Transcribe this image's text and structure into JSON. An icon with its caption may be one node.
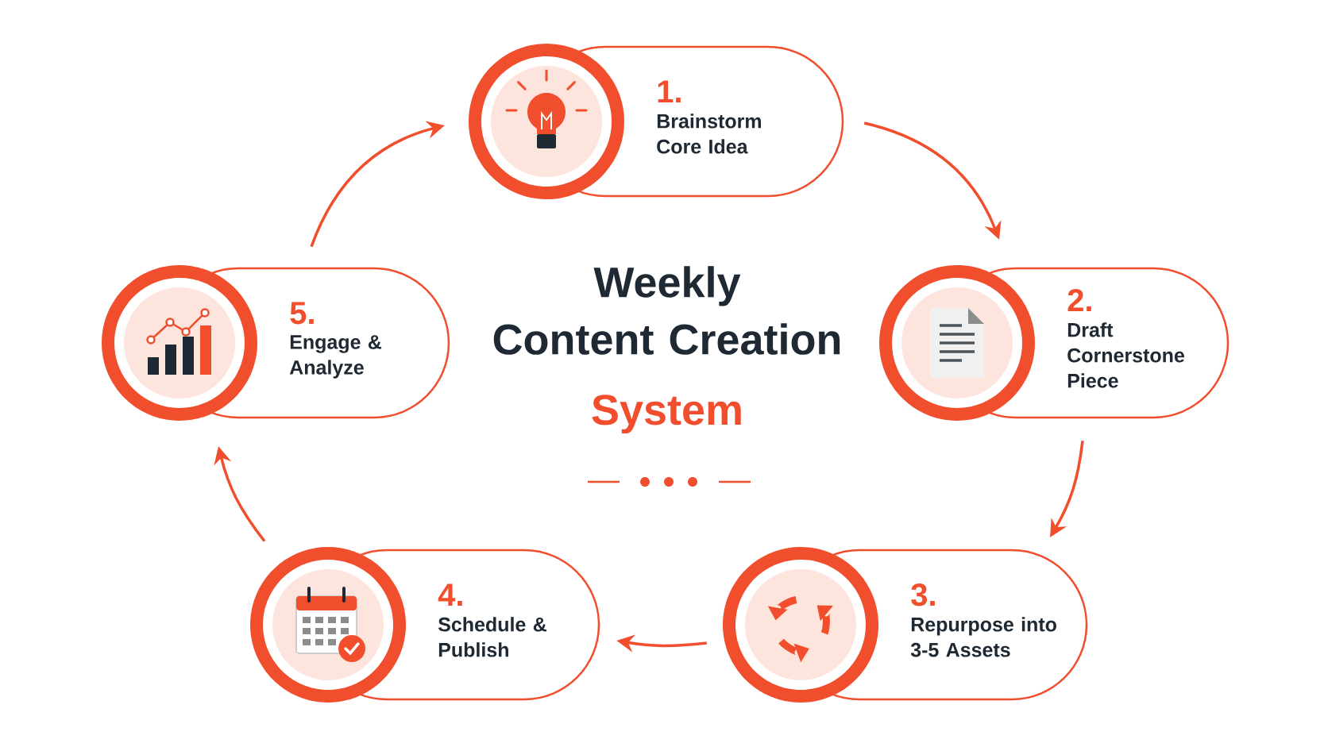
{
  "diagram": {
    "title": "Weekly Content Creation",
    "nodes": [
      {
        "text": [
          "1.",
          "Brainstorm Core Idea"
        ]
      },
      {
        "text": [
          "2.",
          "Draft Cornerstone Piece"
        ]
      },
      {
        "text": [
          "3.",
          "Repurpose into 3-5 Assets"
        ]
      },
      {
        "text": [
          "4.",
          "Schedule & Publish"
        ]
      },
      {
        "text": [
          "5.",
          "Engage & Analyze"
        ]
      }
    ],
    "edges": [
      {
        "from": 0,
        "to": 1,
        "arrow": "to"
      },
      {
        "from": 1,
        "to": 2,
        "arrow": "to"
      },
      {
        "from": 2,
        "to": 3,
        "arrow": "to"
      },
      {
        "from": 3,
        "to": 4,
        "arrow": "to"
      },
      {
        "from": 4,
        "to": 0,
        "arrow": "to"
      }
    ],
    "labels": [
      "System"
    ]
  }
}
